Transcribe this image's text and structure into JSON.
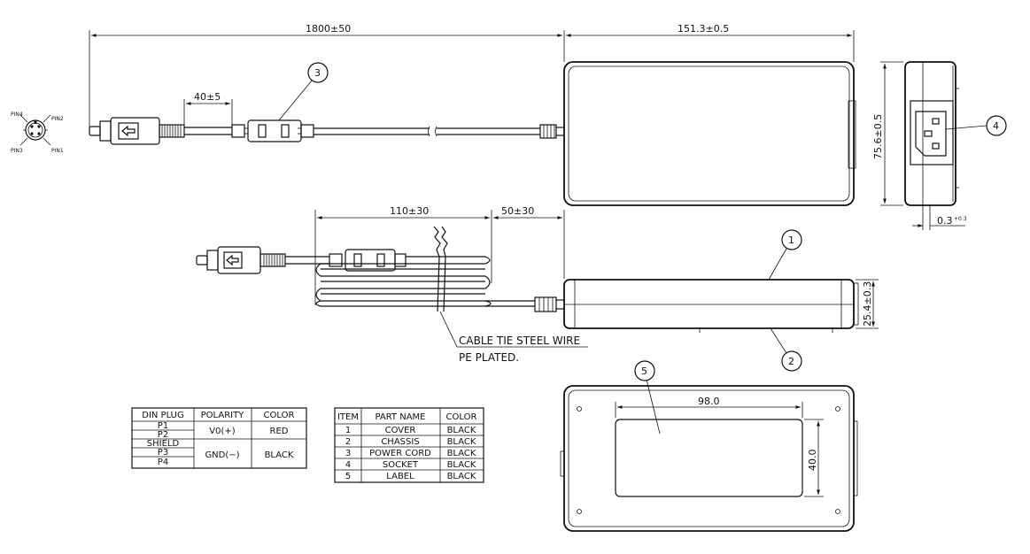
{
  "dimensions": {
    "cable_length": "1800±50",
    "body_length": "151.3±0.5",
    "body_width": "75.6±0.5",
    "plug_offset": "40±5",
    "coil_length": "110±30",
    "coil_offset": "50±30",
    "body_height": "25.4±0.3",
    "socket_recess": "0.3",
    "socket_recess_tol": "+0.3",
    "label_width": "98.0",
    "label_height": "40.0"
  },
  "pins": {
    "pin1": "PIN1",
    "pin2": "PIN2",
    "pin3": "PIN3",
    "pin4": "PIN4"
  },
  "callouts": {
    "c1": "1",
    "c2": "2",
    "c3": "3",
    "c4": "4",
    "c5": "5"
  },
  "cable_note": {
    "line1": "CABLE TIE STEEL WIRE",
    "line2": "PE PLATED."
  },
  "polarity_table": {
    "headers": [
      "DIN PLUG",
      "POLARITY",
      "COLOR"
    ],
    "plugs": [
      "P1",
      "P2",
      "SHIELD",
      "P3",
      "P4"
    ],
    "polarities": [
      "V0(+)",
      "GND(−)"
    ],
    "colors": [
      "RED",
      "BLACK"
    ]
  },
  "parts_table": {
    "headers": [
      "ITEM",
      "PART NAME",
      "COLOR"
    ],
    "rows": [
      [
        "1",
        "COVER",
        "BLACK"
      ],
      [
        "2",
        "CHASSIS",
        "BLACK"
      ],
      [
        "3",
        "POWER CORD",
        "BLACK"
      ],
      [
        "4",
        "SOCKET",
        "BLACK"
      ],
      [
        "5",
        "LABEL",
        "BLACK"
      ]
    ]
  }
}
